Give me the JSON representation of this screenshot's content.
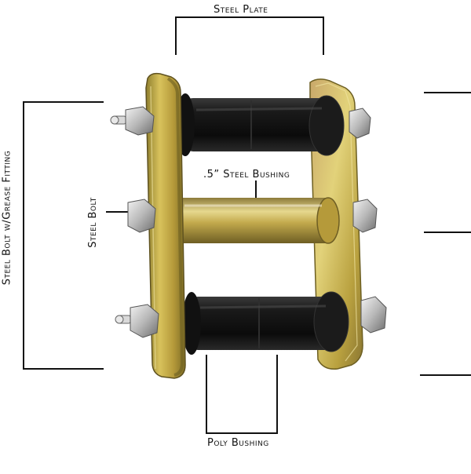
{
  "labels": {
    "steel_plate": "Steel Plate",
    "steel_bushing": ".5” Steel Bushing",
    "steel_bolt": "Steel Bolt",
    "steel_bolt_grease": "Steel Bolt w/Grease Fitting",
    "poly_bushing": "Poly Bushing"
  },
  "colors": {
    "plate": "#c9b24a",
    "plate_dark": "#8a7a2a",
    "poly": "#141414",
    "bushing_gold": "#c7a945",
    "nut": "#c8c8c8",
    "line": "#111111"
  }
}
